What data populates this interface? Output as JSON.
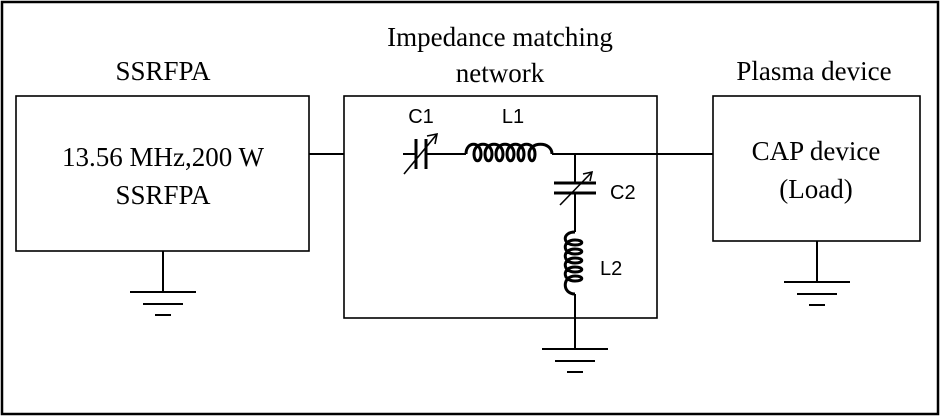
{
  "source_block": {
    "heading": "SSRFPA",
    "line1": "13.56 MHz,200 W",
    "line2": "SSRFPA"
  },
  "matching_network": {
    "heading_line1": "Impedance matching",
    "heading_line2": "network",
    "components": {
      "c1": "C1",
      "l1": "L1",
      "c2": "C2",
      "l2": "L2"
    }
  },
  "load_block": {
    "heading": "Plasma device",
    "line1": "CAP device",
    "line2": "(Load)"
  },
  "icons": {
    "ground": "ground-icon",
    "variable_capacitor": "variable-capacitor-icon",
    "inductor": "inductor-icon"
  }
}
